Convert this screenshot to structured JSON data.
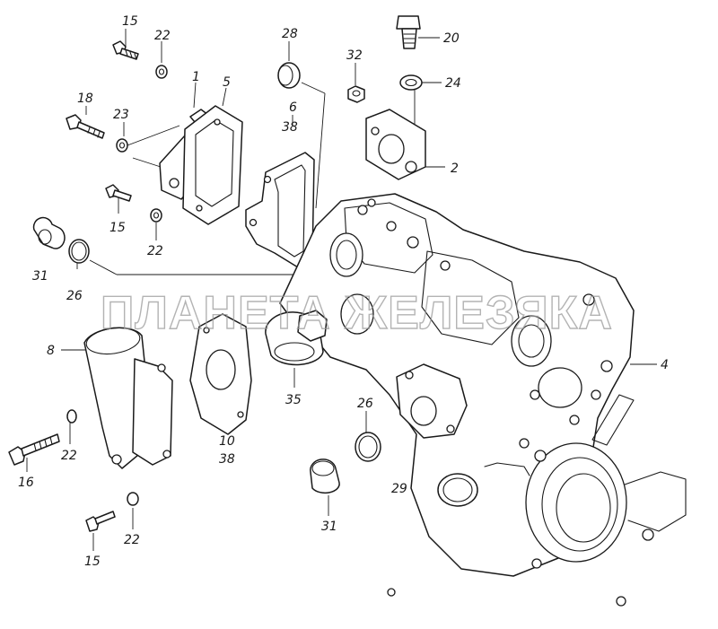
{
  "watermark": "ПЛАНЕТА ЖЕЛЕЗЯКА",
  "callouts": {
    "c15a": "15",
    "c22a": "22",
    "c1": "1",
    "c5": "5",
    "c28": "28",
    "c32": "32",
    "c20": "20",
    "c24": "24",
    "c18": "18",
    "c23": "23",
    "c6": "6",
    "c38a": "38",
    "c2": "2",
    "c15b": "15",
    "c22b": "22",
    "c31a": "31",
    "c26a": "26",
    "c8": "8",
    "c35": "35",
    "c4": "4",
    "c26b": "26",
    "c10": "10",
    "c38b": "38",
    "c22c": "22",
    "c16": "16",
    "c29": "29",
    "c31b": "31",
    "c22d": "22",
    "c15c": "15"
  },
  "colors": {
    "line": "#1a1a1a",
    "watermark": "#9a9a9a",
    "background": "#ffffff"
  }
}
